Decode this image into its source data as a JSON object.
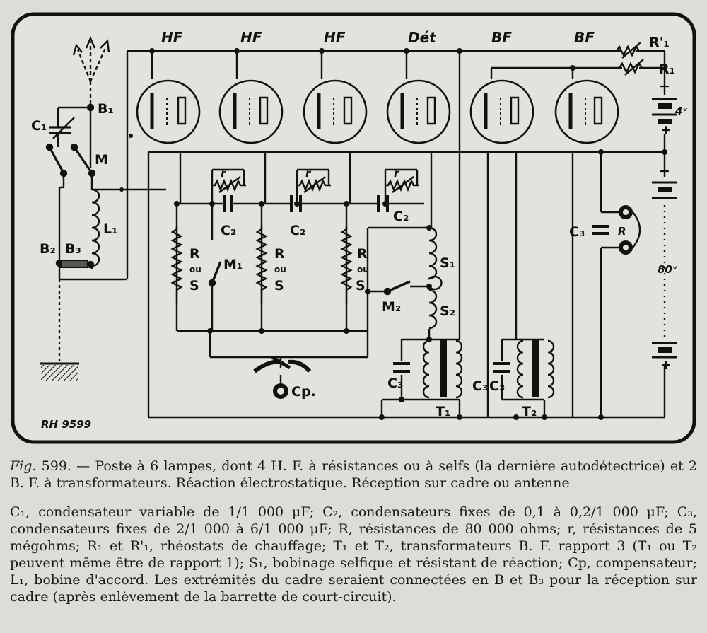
{
  "diagram": {
    "stage_labels": [
      "HF",
      "HF",
      "HF",
      "Dét",
      "BF",
      "BF"
    ],
    "labels": {
      "b1": "B₁",
      "c1": "C₁",
      "m": "M",
      "l1": "L₁",
      "b2": "B₂",
      "b3": "B₃",
      "r1p": "R'₁",
      "r1": "R₁",
      "v4": "4ᵛ",
      "v80": "80ᵛ",
      "c2": "C₂",
      "c3": "C₃",
      "r_small": "r",
      "r_big": "R",
      "ou": "ou",
      "s": "S",
      "m1": "M₁",
      "m2": "M₂",
      "s1": "S₁",
      "s2": "S₂",
      "cp": "Cp.",
      "rr": "R",
      "t1": "T₁",
      "t2": "T₂",
      "ref": "RH 9599",
      "minus": "−",
      "plus": "+"
    }
  },
  "caption": {
    "fig": "Fig.",
    "line1_rest": "599. — Poste à 6 lampes, dont 4 H. F. à résistances ou à selfs (la dernière autodétectrice) et 2 B. F. à transformateurs. Réaction électrostatique. Réception sur cadre ou antenne",
    "legend": "C₁, condensateur variable de 1/1 000 μF; C₂, condensateurs fixes de 0,1 à 0,2/1 000 μF; C₃, condensateurs fixes de 2/1 000 à 6/1 000 μF; R, résistances de 80 000 ohms; r, résistances de 5 mégohms; R₁ et R'₁, rhéostats de chauffage; T₁ et T₂, transformateurs B. F. rapport 3 (T₁ ou T₂ peuvent même être de rapport 1); S₁, bobinage selfique et résistant de réaction; Cp, compensateur; L₁, bobine d'accord. Les extrémités du cadre seraient connectées en B et B₃ pour la réception sur cadre (après enlèvement de la barrette de court-circuit)."
  }
}
